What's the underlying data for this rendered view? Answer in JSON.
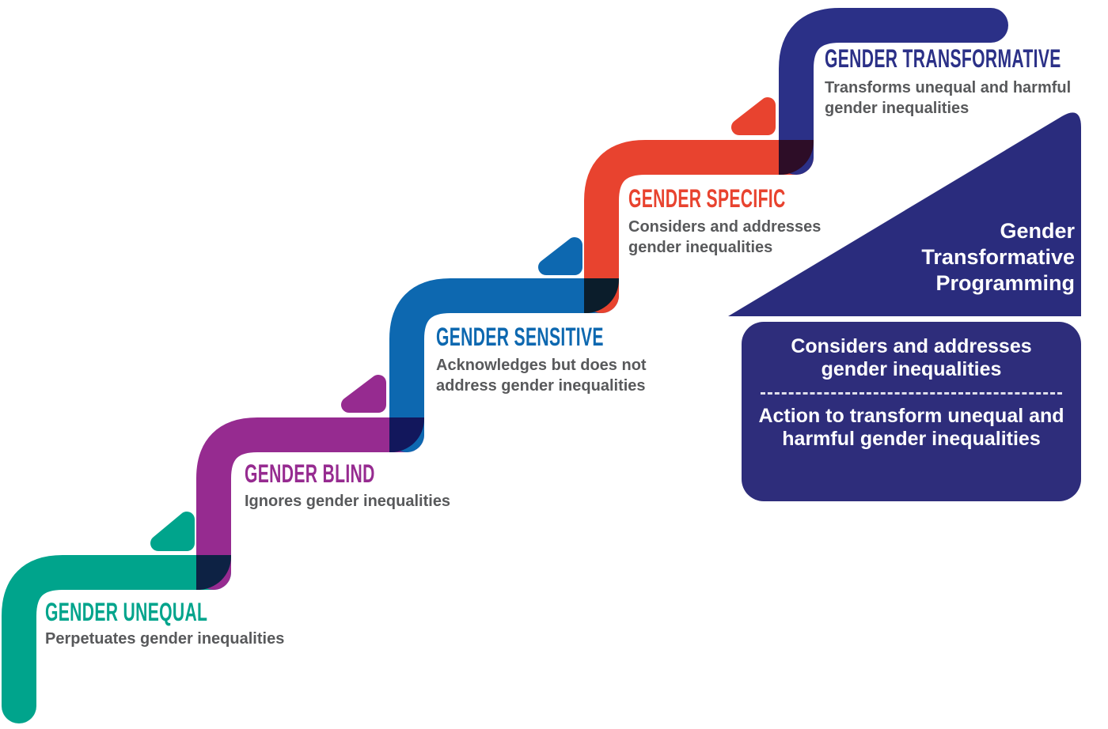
{
  "title": "Gender programming continuum staircase",
  "colors": {
    "background": "#ffffff",
    "description_text": "#58595B",
    "panel_text": "#ffffff"
  },
  "steps": [
    {
      "id": "gender-unequal",
      "title": "GENDER UNEQUAL",
      "description": "Perpetuates gender inequalities",
      "color": "#00A48C"
    },
    {
      "id": "gender-blind",
      "title": "GENDER BLIND",
      "description": "Ignores gender inequalities",
      "color": "#962B90"
    },
    {
      "id": "gender-sensitive",
      "title": "GENDER SENSITIVE",
      "description": "Acknowledges but does not address gender inequalities",
      "color": "#0D68B0"
    },
    {
      "id": "gender-specific",
      "title": "GENDER SPECIFIC",
      "description": "Considers and addresses gender inequalities",
      "color": "#E8432F"
    },
    {
      "id": "gender-transformative",
      "title": "GENDER TRANSFORMATIVE",
      "description": "Transforms unequal and harmful gender inequalities",
      "color": "#2B3087"
    }
  ],
  "junctions": [
    {
      "color": "#0D2244"
    },
    {
      "color": "#12175C"
    },
    {
      "color": "#0B1D2B"
    },
    {
      "color": "#2D0D27"
    }
  ],
  "summary_triangle": {
    "color": "#2A2C7D",
    "lines": [
      "Gender",
      "Transformative",
      "Programming"
    ]
  },
  "panel": {
    "background": "#2E2D7B",
    "top_text": "Considers and addresses gender inequalities",
    "bottom_text": "Action to transform unequal and harmful gender inequalities"
  }
}
